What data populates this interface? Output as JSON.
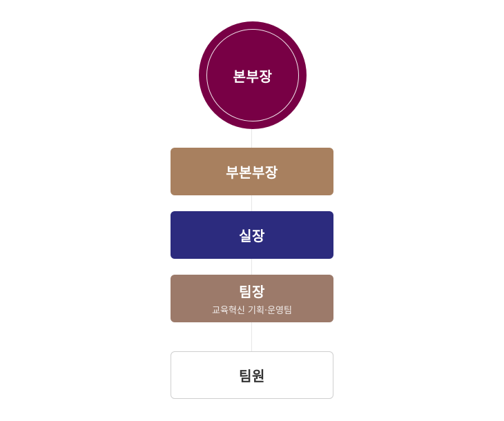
{
  "colors": {
    "head": "#780045",
    "deputy": "#a8805f",
    "office": "#2c2b7e",
    "team_lead": "#9c7a6a",
    "member_border": "#cfcfcf",
    "connector": "#e6e6e6"
  },
  "nodes": {
    "head": {
      "label": "본부장"
    },
    "deputy": {
      "label": "부본부장"
    },
    "office": {
      "label": "실장"
    },
    "team_lead": {
      "label": "팀장",
      "sub": "교육혁신 기획·운영팀"
    },
    "member": {
      "label": "팀원"
    }
  }
}
